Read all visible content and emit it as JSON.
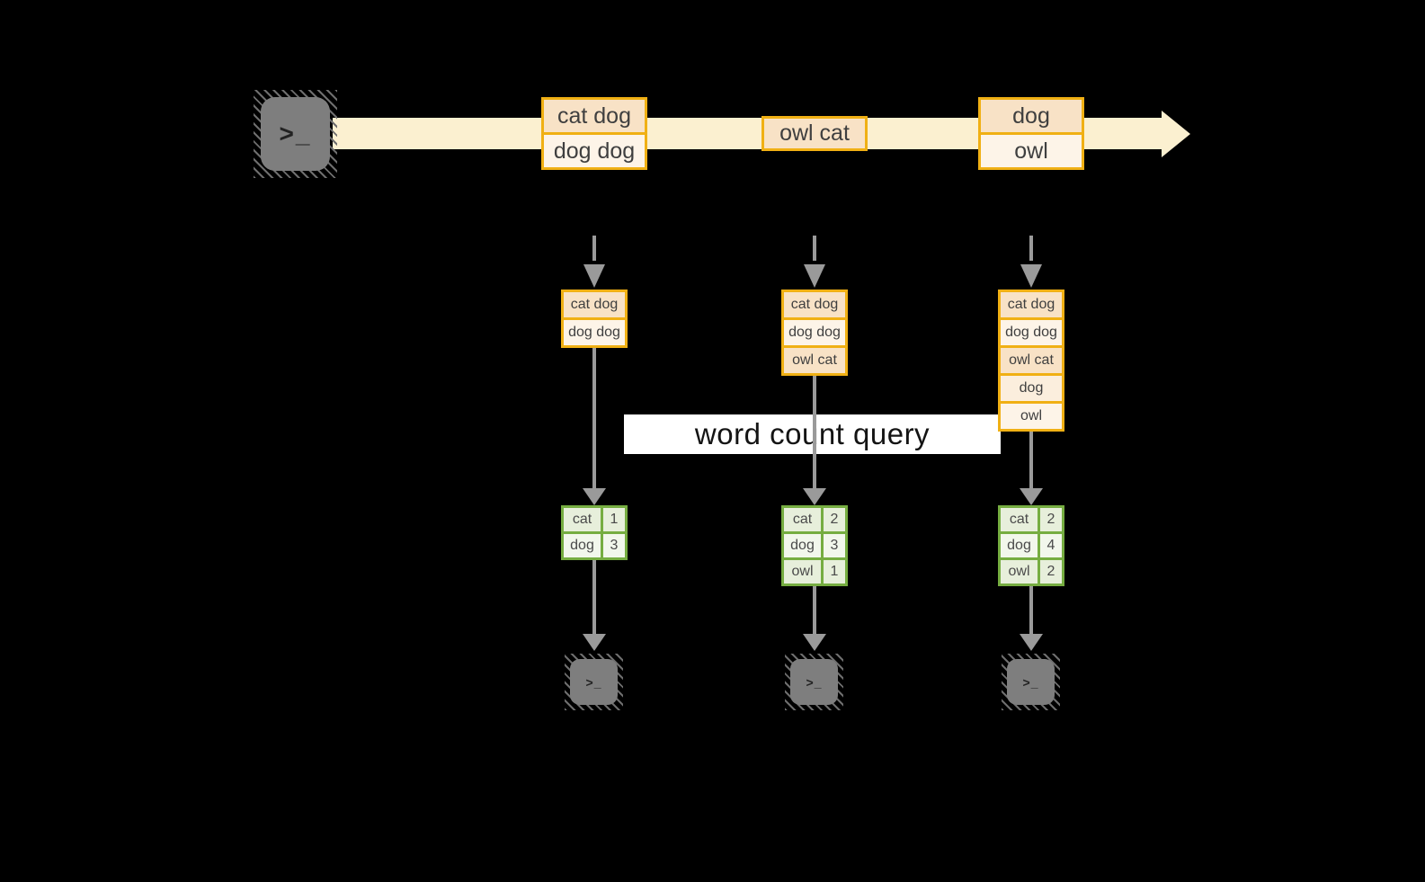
{
  "query_label": "word count query",
  "icons": {
    "terminal_glyph": ">_"
  },
  "stream": {
    "batches": [
      {
        "items": [
          "cat dog",
          "dog dog"
        ]
      },
      {
        "items": [
          "owl cat"
        ]
      },
      {
        "items": [
          "dog",
          "owl"
        ]
      }
    ]
  },
  "columns": [
    {
      "state": [
        "cat dog",
        "dog dog"
      ],
      "counts": {
        "rows": [
          {
            "word": "cat",
            "count": "1"
          },
          {
            "word": "dog",
            "count": "3"
          }
        ]
      }
    },
    {
      "state": [
        "cat dog",
        "dog dog",
        "owl cat"
      ],
      "counts": {
        "rows": [
          {
            "word": "cat",
            "count": "2"
          },
          {
            "word": "dog",
            "count": "3"
          },
          {
            "word": "owl",
            "count": "1"
          }
        ]
      }
    },
    {
      "state": [
        "cat dog",
        "dog dog",
        "owl cat",
        "dog",
        "owl"
      ],
      "counts": {
        "rows": [
          {
            "word": "cat",
            "count": "2"
          },
          {
            "word": "dog",
            "count": "4"
          },
          {
            "word": "owl",
            "count": "2"
          }
        ]
      }
    }
  ],
  "colors": {
    "background": "#000000",
    "stream_band": "#fbf0d0",
    "box_border_orange": "#f0b014",
    "cell_peach": "#f8e2c6",
    "cell_cream": "#fdf4e8",
    "table_border_green": "#76ad41",
    "table_cell_green_dark": "#e7efdb",
    "table_cell_green_light": "#f2f7ec",
    "arrow_gray": "#9a9a9a",
    "terminal_gray": "#7e7e7e"
  }
}
